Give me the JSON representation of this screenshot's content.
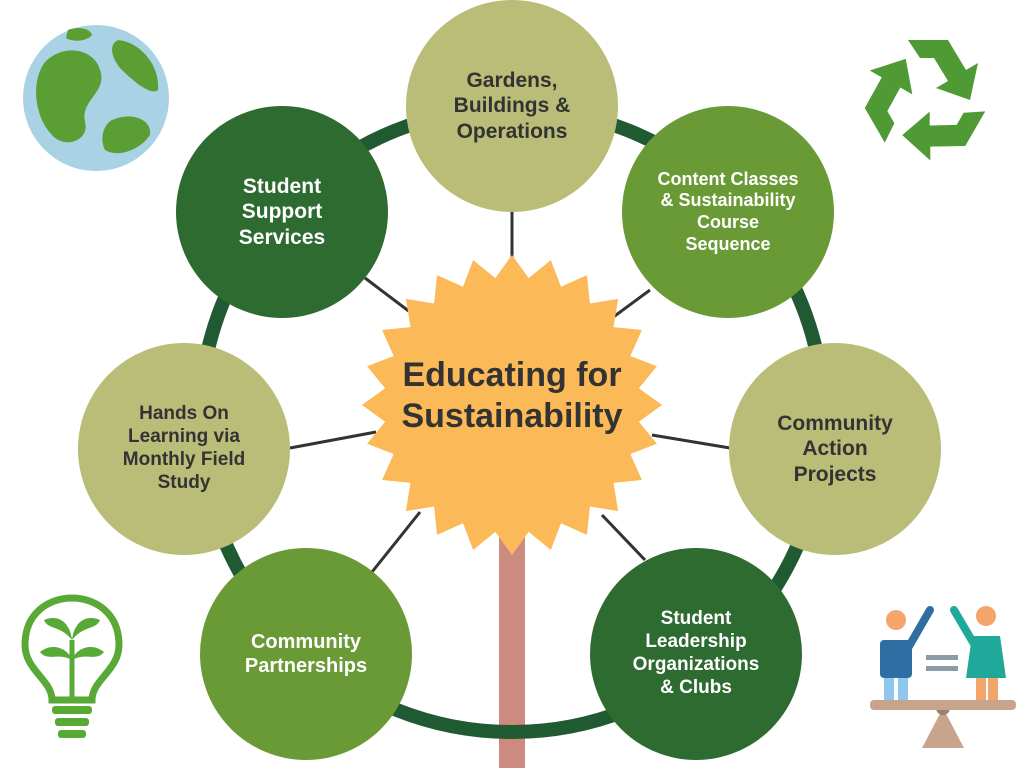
{
  "center": {
    "line1": "Educating for",
    "line2": "Sustainability",
    "color": "#fbb957"
  },
  "nodes": {
    "gardens": {
      "lines": [
        "Gardens,",
        "Buildings &",
        "Operations"
      ],
      "fill": "#b9bd78"
    },
    "content": {
      "lines": [
        "Content Classes",
        "& Sustainability",
        "Course",
        "Sequence"
      ],
      "fill": "#6a9a35"
    },
    "action": {
      "lines": [
        "Community",
        "Action",
        "Projects"
      ],
      "fill": "#b9bd78"
    },
    "leadership": {
      "lines": [
        "Student",
        "Leadership",
        "Organizations",
        "& Clubs"
      ],
      "fill": "#2e6b31"
    },
    "partnerships": {
      "lines": [
        "Community",
        "Partnerships"
      ],
      "fill": "#6a9a35"
    },
    "handson": {
      "lines": [
        "Hands On",
        "Learning via",
        "Monthly Field",
        "Study"
      ],
      "fill": "#b9bd78"
    },
    "support": {
      "lines": [
        "Student",
        "Support",
        "Services"
      ],
      "fill": "#2e6b31"
    }
  },
  "colors": {
    "ring": "#1f5a33",
    "connector": "#333333",
    "stem": "#cd8b7f",
    "leaf_green": "#4f9a34"
  },
  "icons": [
    "globe-icon",
    "recycle-icon",
    "lightbulb-plant-icon",
    "equality-scale-icon"
  ]
}
